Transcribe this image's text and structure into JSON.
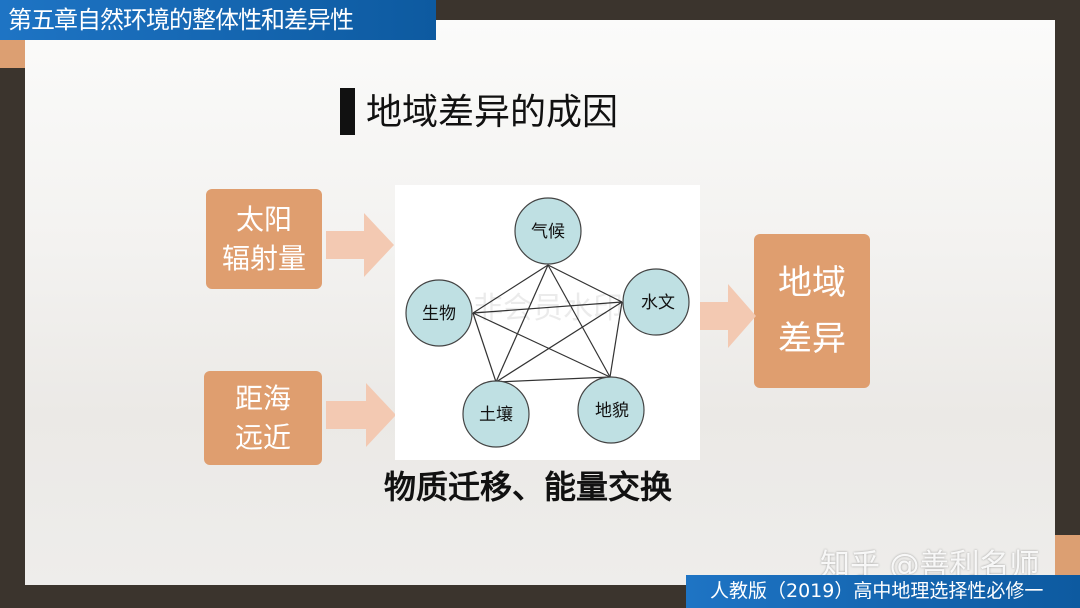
{
  "header": {
    "chapter": "第五章自然环境的整体性和差异性"
  },
  "slide": {
    "title": "地域差异的成因",
    "factors": [
      {
        "label": "太阳\n辐射量"
      },
      {
        "label": "距海\n远近"
      }
    ],
    "result": {
      "label": "地域\n差异"
    },
    "diagram": {
      "nodes": [
        "气候",
        "水文",
        "地貌",
        "土壤",
        "生物"
      ],
      "watermark": "非会员水印",
      "node_color": "#bfe0e3"
    },
    "subtitle": "物质迁移、能量交换"
  },
  "footer": {
    "edition": "人教版（2019）高中地理选择性必修一"
  },
  "watermark": "知乎 @善利名师",
  "colors": {
    "accent_orange": "#df9e6f",
    "arrow": "#f3c9b2",
    "bar_blue": "#1466b0"
  }
}
